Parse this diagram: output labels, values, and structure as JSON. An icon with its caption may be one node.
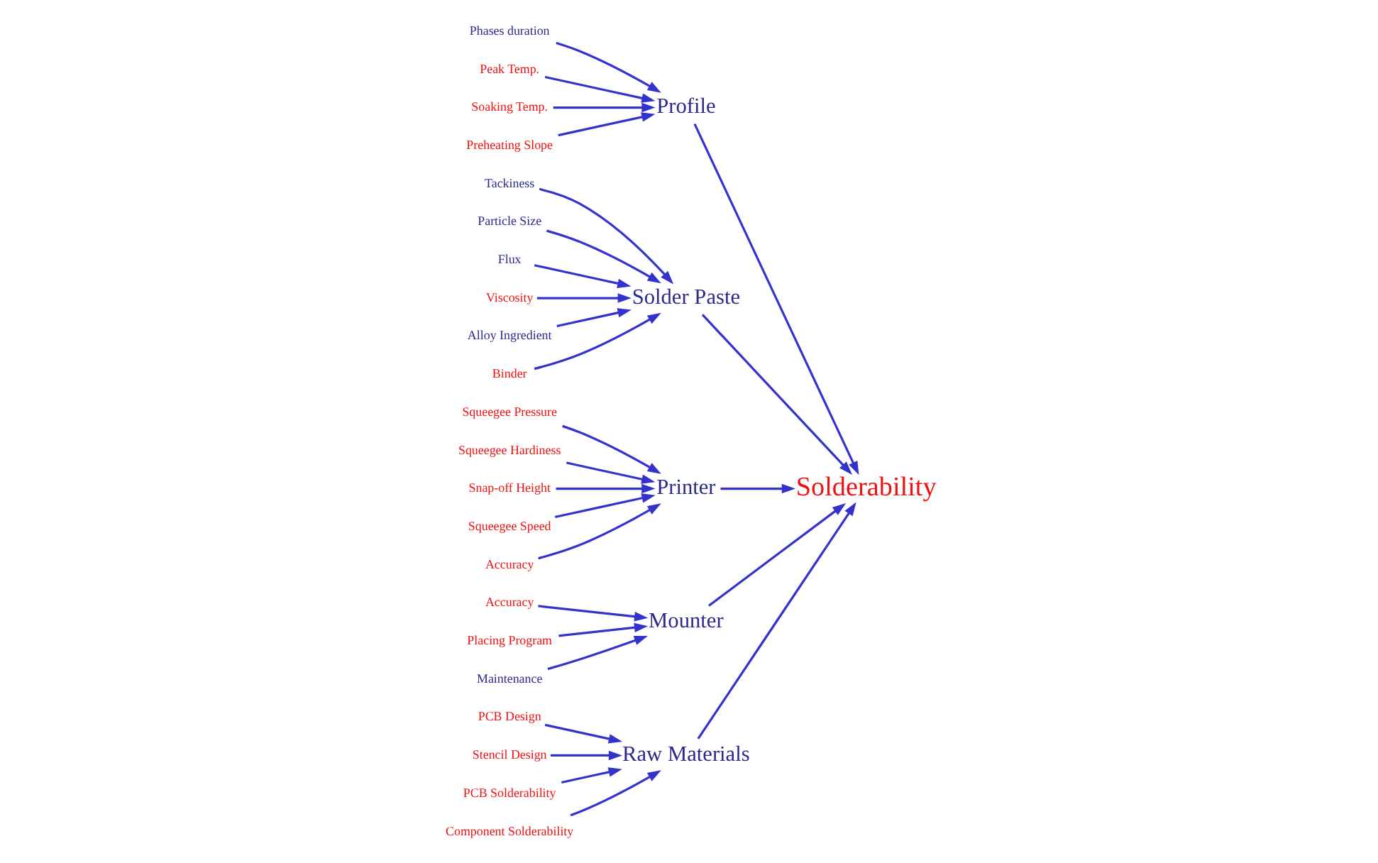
{
  "diagram": {
    "nodes": [
      {
        "text": [
          "Raw Materials"
        ]
      },
      {
        "text": [
          "PCB Design"
        ]
      },
      {
        "text": [
          "Stencil Design"
        ]
      },
      {
        "text": [
          "PCB Solderability"
        ]
      },
      {
        "text": [
          "Component Solderability"
        ]
      },
      {
        "text": [
          "Profile"
        ]
      },
      {
        "text": [
          "Phases duration"
        ]
      },
      {
        "text": [
          "Peak Temp."
        ]
      },
      {
        "text": [
          "Soaking Temp."
        ]
      },
      {
        "text": [
          "Preheating Slope"
        ]
      },
      {
        "text": [
          "Solder Paste"
        ]
      },
      {
        "text": [
          "Tackiness"
        ]
      },
      {
        "text": [
          "Particle Size"
        ]
      },
      {
        "text": [
          "Flux"
        ]
      },
      {
        "text": [
          "Viscosity"
        ]
      },
      {
        "text": [
          "Alloy Ingredient"
        ]
      },
      {
        "text": [
          "Binder"
        ]
      },
      {
        "text": [
          "Solderability"
        ]
      },
      {
        "text": [
          "Printer"
        ]
      },
      {
        "text": [
          "Squeegee Pressure"
        ]
      },
      {
        "text": [
          "Squeegee Hardiness"
        ]
      },
      {
        "text": [
          "Snap-off Height"
        ]
      },
      {
        "text": [
          "Squeegee Speed"
        ]
      },
      {
        "text": [
          "Accuracy"
        ]
      },
      {
        "text": [
          "Mounter"
        ]
      },
      {
        "text": [
          "Accuracy"
        ]
      },
      {
        "text": [
          "Placing Program"
        ]
      },
      {
        "text": [
          "Maintenance"
        ]
      }
    ],
    "edges": [
      {
        "from": 1,
        "to": 0,
        "arrow": "to"
      },
      {
        "from": 2,
        "to": 0,
        "arrow": "to"
      },
      {
        "from": 3,
        "to": 0,
        "arrow": "to"
      },
      {
        "from": 4,
        "to": 0,
        "arrow": "to"
      },
      {
        "from": 6,
        "to": 5,
        "arrow": "to"
      },
      {
        "from": 7,
        "to": 5,
        "arrow": "to"
      },
      {
        "from": 8,
        "to": 5,
        "arrow": "to"
      },
      {
        "from": 9,
        "to": 5,
        "arrow": "to"
      },
      {
        "from": 11,
        "to": 10,
        "arrow": "to"
      },
      {
        "from": 12,
        "to": 10,
        "arrow": "to"
      },
      {
        "from": 13,
        "to": 10,
        "arrow": "to"
      },
      {
        "from": 14,
        "to": 10,
        "arrow": "to"
      },
      {
        "from": 15,
        "to": 10,
        "arrow": "to"
      },
      {
        "from": 16,
        "to": 10,
        "arrow": "to"
      },
      {
        "from": 19,
        "to": 18,
        "arrow": "to"
      },
      {
        "from": 20,
        "to": 18,
        "arrow": "to"
      },
      {
        "from": 21,
        "to": 18,
        "arrow": "to"
      },
      {
        "from": 22,
        "to": 18,
        "arrow": "to"
      },
      {
        "from": 23,
        "to": 18,
        "arrow": "to"
      },
      {
        "from": 25,
        "to": 24,
        "arrow": "to"
      },
      {
        "from": 26,
        "to": 24,
        "arrow": "to"
      },
      {
        "from": 27,
        "to": 24,
        "arrow": "to"
      },
      {
        "from": 0,
        "to": 17,
        "arrow": "to"
      },
      {
        "from": 5,
        "to": 17,
        "arrow": "to"
      },
      {
        "from": 10,
        "to": 17,
        "arrow": "to"
      },
      {
        "from": 18,
        "to": 17,
        "arrow": "to"
      },
      {
        "from": 24,
        "to": 17,
        "arrow": "to"
      }
    ]
  }
}
